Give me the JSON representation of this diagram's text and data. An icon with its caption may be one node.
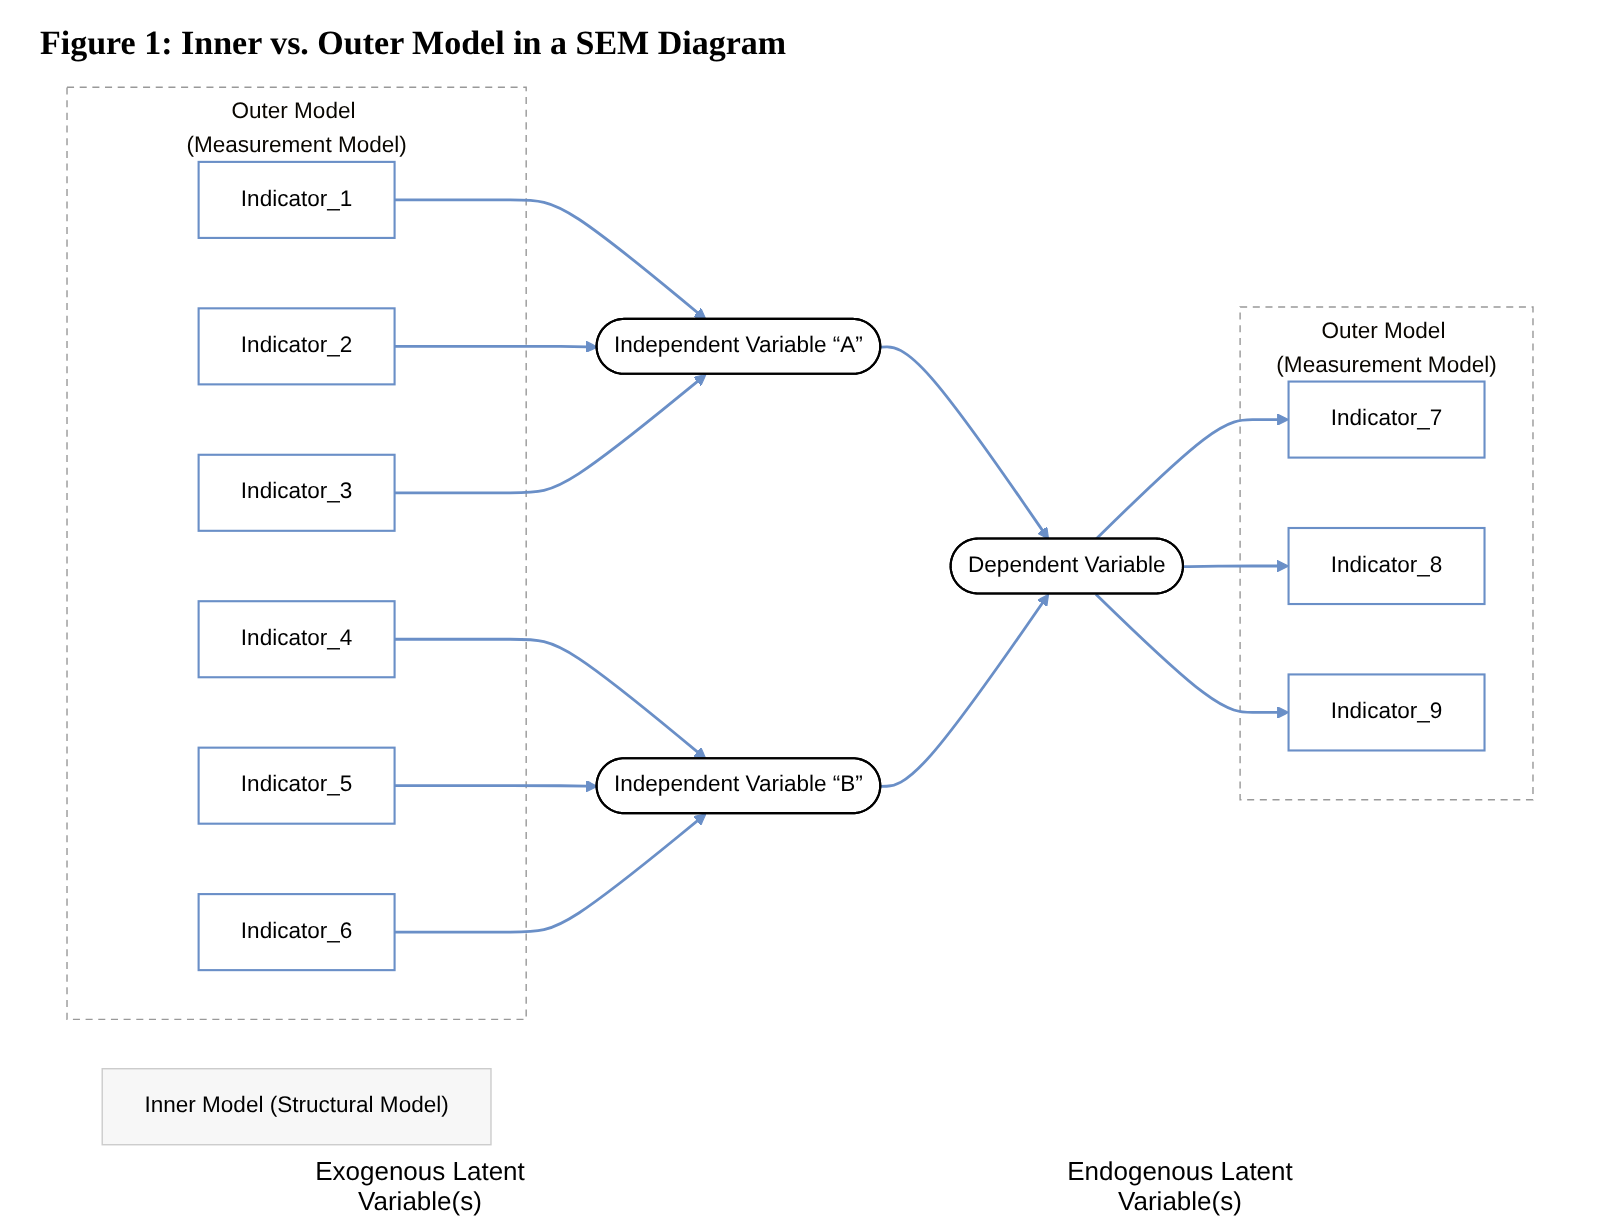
{
  "diagram": {
    "title": "Figure 1: Inner vs. Outer Model in a SEM Diagram",
    "nodes": [
      {
        "text": [
          "Inner Model (Structural Model)"
        ]
      },
      {
        "text": [
          "Outer Model (Measurement Model)"
        ]
      },
      {
        "text": [
          "Indicator_1"
        ],
        "in": 1
      },
      {
        "text": [
          "Indicator_2"
        ],
        "in": 1
      },
      {
        "text": [
          "Indicator_3"
        ],
        "in": 1
      },
      {
        "text": [
          "Indicator_4"
        ],
        "in": 1
      },
      {
        "text": [
          "Indicator_5"
        ],
        "in": 1
      },
      {
        "text": [
          "Indicator_6"
        ],
        "in": 1
      },
      {
        "text": [
          "Independent Variable “A”"
        ]
      },
      {
        "text": [
          "Independent Variable “B”"
        ]
      },
      {
        "text": [
          "Dependent Variable"
        ]
      },
      {
        "text": [
          "Outer Model (Measurement Model)"
        ]
      },
      {
        "text": [
          "Indicator_7"
        ],
        "in": 11
      },
      {
        "text": [
          "Indicator_8"
        ],
        "in": 11
      },
      {
        "text": [
          "Indicator_9"
        ],
        "in": 11
      }
    ],
    "edges": [
      {
        "from": 2,
        "to": 8,
        "arrow": "to"
      },
      {
        "from": 3,
        "to": 8,
        "arrow": "to"
      },
      {
        "from": 4,
        "to": 8,
        "arrow": "to"
      },
      {
        "from": 5,
        "to": 9,
        "arrow": "to"
      },
      {
        "from": 6,
        "to": 9,
        "arrow": "to"
      },
      {
        "from": 7,
        "to": 9,
        "arrow": "to"
      },
      {
        "from": 8,
        "to": 10,
        "arrow": "to"
      },
      {
        "from": 9,
        "to": 10,
        "arrow": "to"
      },
      {
        "from": 10,
        "to": 12,
        "arrow": "to"
      },
      {
        "from": 10,
        "to": 13,
        "arrow": "to"
      },
      {
        "from": 10,
        "to": 14,
        "arrow": "to"
      }
    ],
    "labels": [
      "Exogenous Latent Variable(s)",
      "Endogenous Latent Variable(s)"
    ]
  }
}
